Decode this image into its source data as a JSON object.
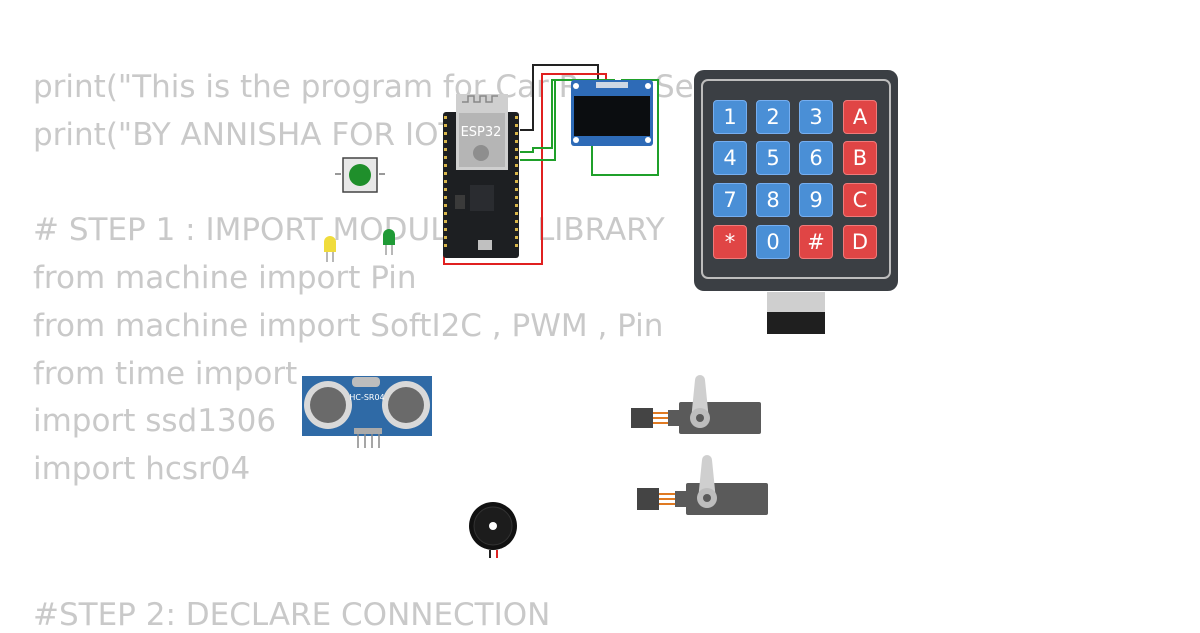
{
  "code": {
    "lines": [
      "print(\"This is the program for Car Re",
      "Ser",
      "print(\"BY ANNISHA FOR IOT",
      "# STEP 1 : IMPORT MODUL",
      "LIBRARY",
      "from machine import Pin",
      "from machine import SoftI2C , PWM , Pin",
      "from time import",
      "import ssd1306",
      "import hcsr04",
      "#STEP 2: DECLARE CONNECTION"
    ]
  },
  "components": {
    "esp32_label": "ESP32",
    "ultrasonic_label": "HC-SR04",
    "keypad": {
      "rows": [
        [
          "1",
          "2",
          "3",
          "A"
        ],
        [
          "4",
          "5",
          "6",
          "B"
        ],
        [
          "7",
          "8",
          "9",
          "C"
        ],
        [
          "*",
          "0",
          "#",
          "D"
        ]
      ]
    }
  },
  "colors": {
    "code_text": "#c9c9c9",
    "key_number": "#4a8fd6",
    "key_operator": "#e04545",
    "keypad_body": "#3b3f44",
    "wire_red": "#e02020",
    "wire_green": "#1fa02a",
    "wire_black": "#222222"
  }
}
